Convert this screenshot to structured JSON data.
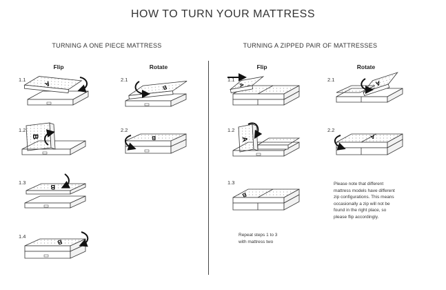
{
  "title": "HOW TO TURN YOUR MATTRESS",
  "sections": {
    "one_piece": "TURNING A ONE PIECE MATTRESS",
    "zipped": "TURNING A ZIPPED PAIR OF MATTRESSES"
  },
  "columns": {
    "flip": "Flip",
    "rotate": "Rotate"
  },
  "steps": {
    "s11": "1.1",
    "s12": "1.2",
    "s13": "1.3",
    "s14": "1.4",
    "s21": "2.1",
    "s22": "2.2"
  },
  "letters": {
    "a": "A",
    "b": "B"
  },
  "notes": {
    "repeat_l1": "Repeat steps 1 to 3",
    "repeat_l2": "with mattress two",
    "zip_note": [
      "Please note that different",
      "mattress models have different",
      "zip configurations. This means",
      "occasionally a zip will not be",
      "found in the right place, so",
      "please flip accordingly."
    ]
  }
}
